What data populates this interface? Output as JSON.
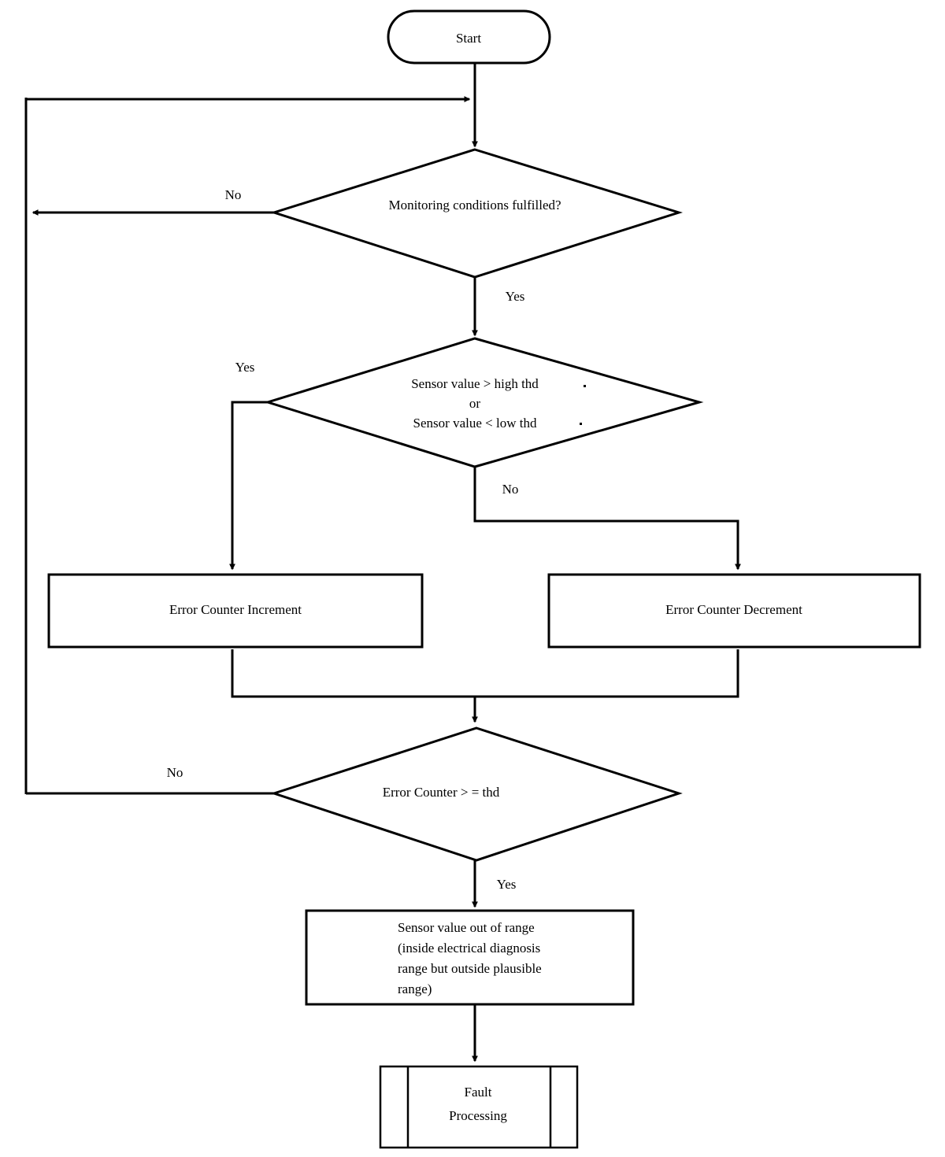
{
  "diagram": {
    "title": "Sensor plausibility monitoring flowchart",
    "background_color": "#ffffff",
    "line_color": "#000000",
    "nodes": {
      "start": {
        "label": "Start",
        "shape": "terminator"
      },
      "decision_monitoring": {
        "label": "Monitoring  conditions fulfilled?",
        "shape": "decision"
      },
      "decision_threshold": {
        "line1": "Sensor value > high thd",
        "line2": "or",
        "line3": "Sensor    value < low thd",
        "shape": "decision"
      },
      "counter_increment": {
        "label": "Error Counter Increment",
        "shape": "process"
      },
      "counter_decrement": {
        "label": "Error Counter Decrement",
        "shape": "process"
      },
      "decision_counter": {
        "label": "Error Counter > = thd",
        "shape": "decision"
      },
      "out_of_range": {
        "line1": "Sensor value out of range",
        "line2": "(inside electrical diagnosis",
        "line3": "range but outside plausible",
        "line4": "range)",
        "shape": "process"
      },
      "fault_processing": {
        "line1": "Fault",
        "line2": "Processing",
        "shape": "predefined-process"
      }
    },
    "edge_labels": {
      "monitoring_no": "No",
      "monitoring_yes": "Yes",
      "threshold_yes": "Yes",
      "threshold_no": "No",
      "counter_no": "No",
      "counter_yes": "Yes"
    }
  }
}
